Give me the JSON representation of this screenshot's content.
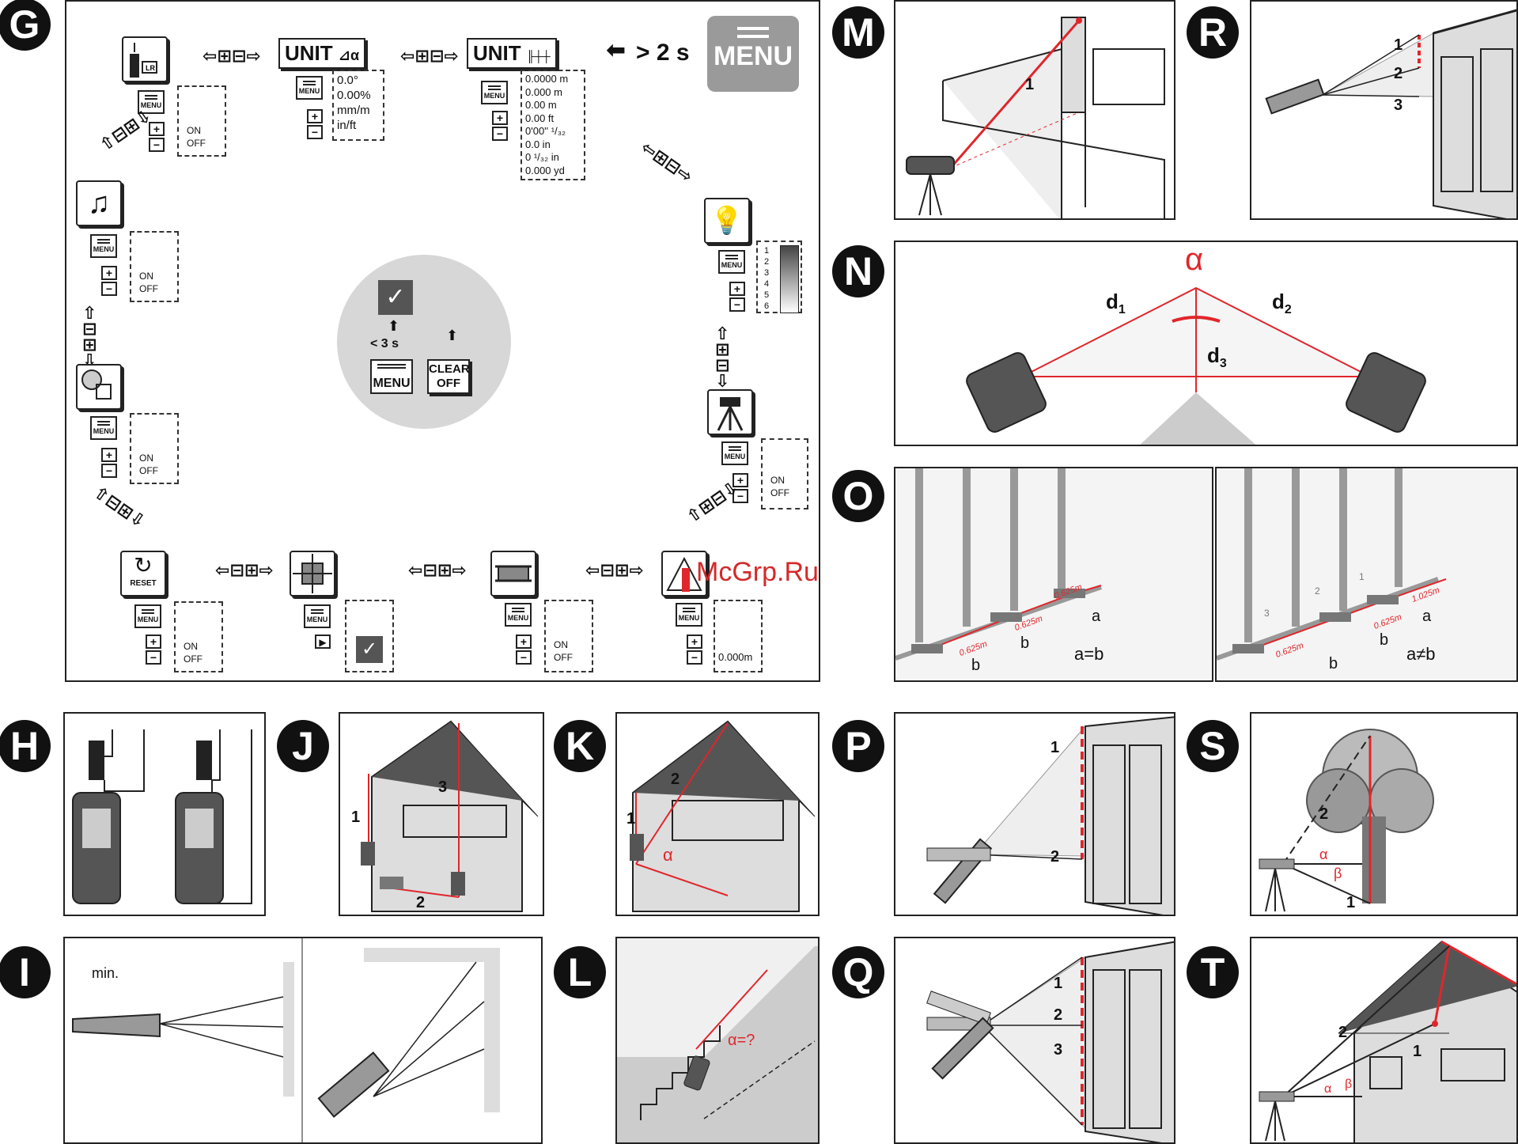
{
  "badges": {
    "G": "G",
    "H": "H",
    "I": "I",
    "J": "J",
    "K": "K",
    "L": "L",
    "M": "M",
    "N": "N",
    "O": "O",
    "P": "P",
    "Q": "Q",
    "R": "R",
    "S": "S",
    "T": "T"
  },
  "g": {
    "unit_label": "UNIT",
    "menu_label": "MENU",
    "hold_time": "> 2 s",
    "menu_big": "MENU",
    "on": "ON",
    "off": "OFF",
    "plus": "+",
    "minus": "−",
    "angle_units": [
      "0.0°",
      "0.00%",
      "mm/m",
      "in/ft"
    ],
    "distance_units": [
      "0.0000 m",
      "0.000 m",
      "0.00 m",
      "0.00 ft",
      "0'00'' ¹/₃₂",
      "0.0 in",
      "0 ¹/₃₂ in",
      "0.000 yd"
    ],
    "brightness_levels": [
      "1",
      "2",
      "3",
      "4",
      "5",
      "6"
    ],
    "center_hold": "< 3 s",
    "clear_label": "CLEAR",
    "clear_off": "OFF",
    "reset_label": "RESET",
    "offset_value": "0.000m"
  },
  "j": {
    "n1": "1",
    "n2": "2",
    "n3": "3"
  },
  "k": {
    "n1": "1",
    "n2": "2",
    "alpha": "α"
  },
  "l": {
    "label": "α=?"
  },
  "i": {
    "min": "min."
  },
  "m": {
    "n1": "1"
  },
  "n": {
    "alpha": "α",
    "d1": "d",
    "d1s": "1",
    "d2": "d",
    "d2s": "2",
    "d3": "d",
    "d3s": "3"
  },
  "o": {
    "left_eq": "a=b",
    "right_eq": "a≠b",
    "a": "a",
    "b": "b",
    "left_vals": [
      "0.625m",
      "0.625m",
      "0.625m"
    ],
    "right_vals": [
      "1.025m",
      "0.625m",
      "0.625m"
    ],
    "post_nums": [
      "1",
      "2",
      "3"
    ]
  },
  "p": {
    "n1": "1",
    "n2": "2"
  },
  "q": {
    "n1": "1",
    "n2": "2",
    "n3": "3"
  },
  "r": {
    "n1": "1",
    "n2": "2",
    "n3": "3"
  },
  "s": {
    "n1": "1",
    "n2": "2",
    "alpha": "α",
    "beta": "β"
  },
  "t": {
    "n1": "1",
    "n2": "2",
    "alpha": "α",
    "beta": "β"
  },
  "watermark": "McGrp.Ru",
  "colors": {
    "accent": "#e0262b",
    "gray": "#d4d4d4",
    "dark": "#1a1a1a"
  }
}
